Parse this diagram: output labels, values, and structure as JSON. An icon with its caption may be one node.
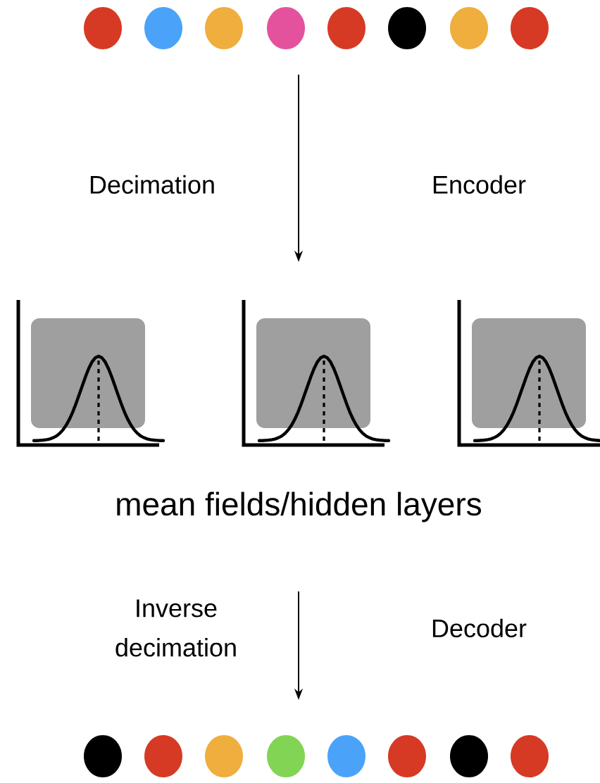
{
  "diagram": {
    "nodes": [
      {
        "text": [],
        "shape": "circle"
      },
      {
        "text": [],
        "shape": "circle"
      },
      {
        "text": [],
        "shape": "circle"
      },
      {
        "text": [],
        "shape": "circle"
      },
      {
        "text": [],
        "shape": "circle"
      },
      {
        "text": [],
        "shape": "circle"
      },
      {
        "text": [],
        "shape": "circle"
      },
      {
        "text": [],
        "shape": "circle"
      },
      {
        "text": [],
        "shape": "picture"
      },
      {
        "text": [],
        "shape": "picture"
      },
      {
        "text": [],
        "shape": "picture"
      },
      {
        "text": [],
        "shape": "circle"
      },
      {
        "text": [],
        "shape": "circle"
      },
      {
        "text": [],
        "shape": "circle"
      },
      {
        "text": [],
        "shape": "circle"
      },
      {
        "text": [],
        "shape": "circle"
      },
      {
        "text": [],
        "shape": "circle"
      },
      {
        "text": [],
        "shape": "circle"
      },
      {
        "text": [],
        "shape": "circle"
      }
    ],
    "labels": [
      "Decimation",
      "Encoder",
      "mean fields/hidden layers",
      "Inverse decimation",
      "Decoder"
    ]
  }
}
